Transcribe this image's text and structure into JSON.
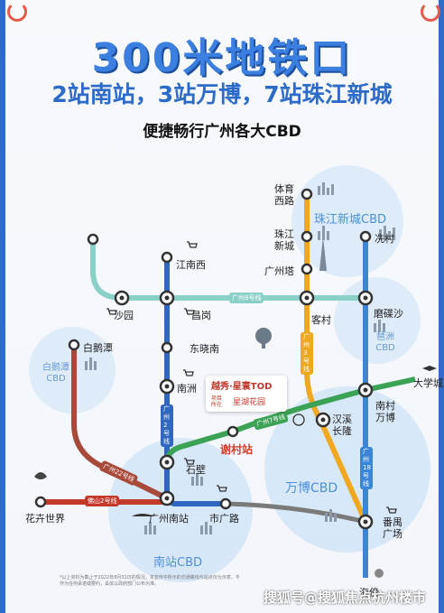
{
  "header": {
    "title": "300米地铁口",
    "subtitle": "2站南站，3站万博，7站珠江新城",
    "tagline": "便捷畅行广州各大CBD"
  },
  "areas": {
    "zhujiang": "珠江新城CBD",
    "pazhou": "琶洲\nCBD",
    "baiepan": "白鹅潭\nCBD",
    "wanbo": "万博CBD",
    "nanzhan": "南站CBD"
  },
  "stations": {
    "tiyuxilu": "体育\n西路",
    "zhujiangxincheng": "珠江\n新城",
    "guangzhouta": "广州塔",
    "xiancun": "冼村",
    "jiangnanxi": "江南西",
    "shayuan": "沙园",
    "changgang": "昌岗",
    "kecun": "客村",
    "modiesha": "磨碟沙",
    "baietan": "白鹅潭",
    "dongxiaonan": "东晓南",
    "nanzhou": "南洲",
    "daxuecheng": "大学城",
    "nancunwanbo": "南村\n万博",
    "hanxichanglong": "汉溪\n长隆",
    "xiecun": "谢村站",
    "shibi": "石壁",
    "huahuishijie": "花卉世界",
    "guangzhounanzhan": "广州南站",
    "shiguanglu": "市广路",
    "panyuguangchang": "番禺\n广场",
    "hainansha": "海傍"
  },
  "lines": {
    "l8": "广州8号线",
    "l3": "广州3号线",
    "l2": "广州2号线",
    "l7": "广州7号线",
    "l22": "广州22号线",
    "fs2": "佛山2号线",
    "l18": "广州18号线"
  },
  "project": {
    "brand": "越秀·星寰TOD",
    "name": "星湖花园",
    "pin": "项目所在"
  },
  "footer": {
    "note": "*以上资料为截止于2022年8月31日的情况。本宣传中所示的交通路线与站点仅为示意，不作为任何承诺或要约，具体以政府部门公布为准。"
  },
  "watermark": "搜狐号@搜狐焦点杭州楼市",
  "colors": {
    "line8": "#8ad0c8",
    "line3": "#f0a820",
    "line2": "#2f67c2",
    "line7": "#3ca356",
    "line22": "#a84a3a",
    "fs2": "#c43a2a",
    "line18": "#3b86d6",
    "lightblue": "#5bb0d8"
  }
}
